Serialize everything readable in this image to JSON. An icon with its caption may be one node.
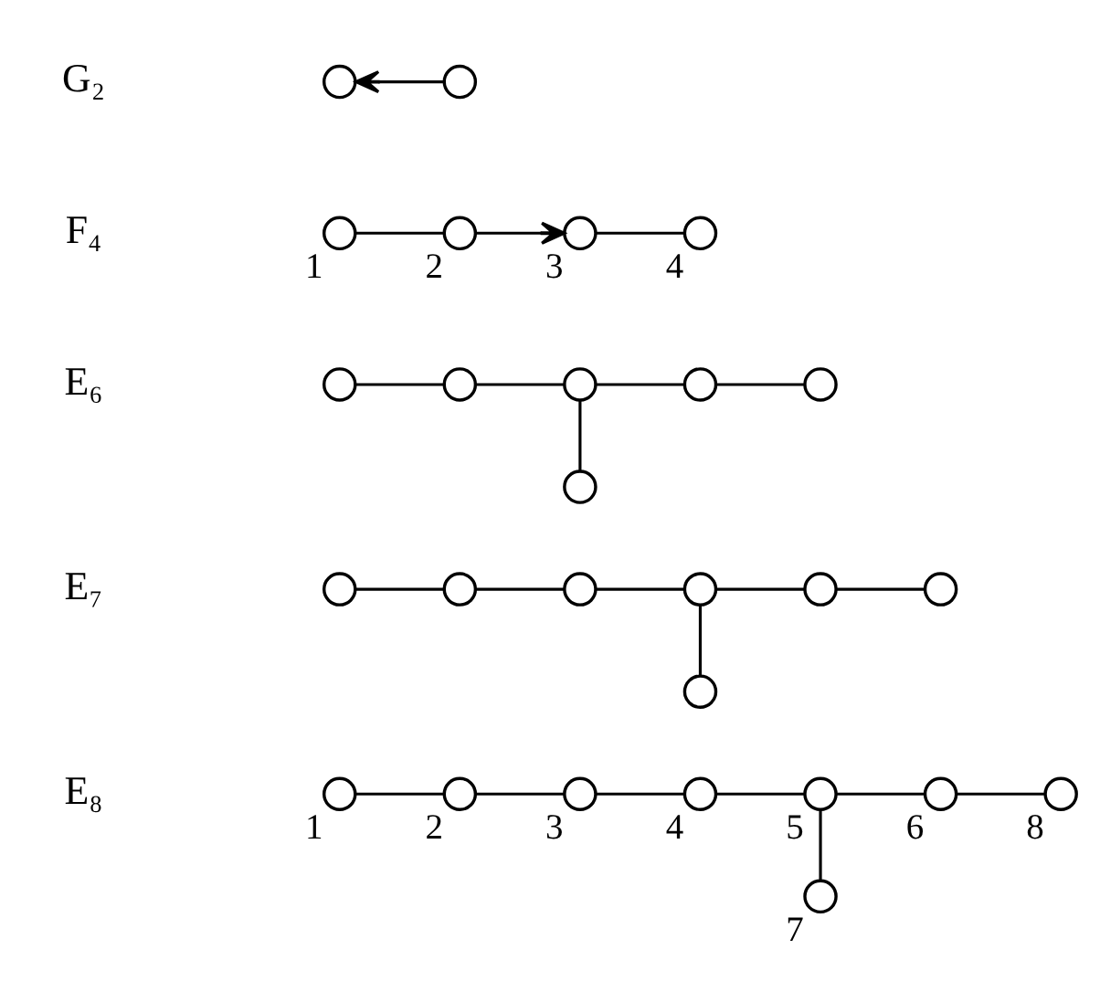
{
  "diagram": {
    "nodes": [
      {
        "text": [],
        "shape": "circle"
      },
      {
        "text": [],
        "shape": "circle"
      },
      {
        "text": [],
        "shape": "circle",
        "beside": [
          "1"
        ]
      },
      {
        "text": [],
        "shape": "circle",
        "beside": [
          "2"
        ]
      },
      {
        "text": [],
        "shape": "circle",
        "beside": [
          "3"
        ]
      },
      {
        "text": [],
        "shape": "circle",
        "beside": [
          "4"
        ]
      },
      {
        "text": [],
        "shape": "circle"
      },
      {
        "text": [],
        "shape": "circle"
      },
      {
        "text": [],
        "shape": "circle"
      },
      {
        "text": [],
        "shape": "circle"
      },
      {
        "text": [],
        "shape": "circle"
      },
      {
        "text": [],
        "shape": "circle"
      },
      {
        "text": [],
        "shape": "circle"
      },
      {
        "text": [],
        "shape": "circle"
      },
      {
        "text": [],
        "shape": "circle"
      },
      {
        "text": [],
        "shape": "circle"
      },
      {
        "text": [],
        "shape": "circle"
      },
      {
        "text": [],
        "shape": "circle"
      },
      {
        "text": [],
        "shape": "circle"
      },
      {
        "text": [],
        "shape": "circle",
        "beside": [
          "1"
        ]
      },
      {
        "text": [],
        "shape": "circle",
        "beside": [
          "2"
        ]
      },
      {
        "text": [],
        "shape": "circle",
        "beside": [
          "3"
        ]
      },
      {
        "text": [],
        "shape": "circle",
        "beside": [
          "4"
        ]
      },
      {
        "text": [],
        "shape": "circle",
        "beside": [
          "5"
        ]
      },
      {
        "text": [],
        "shape": "circle",
        "beside": [
          "6"
        ]
      },
      {
        "text": [],
        "shape": "circle",
        "beside": [
          "7"
        ]
      },
      {
        "text": [],
        "shape": "circle",
        "beside": [
          "8"
        ]
      }
    ],
    "edges": [
      {
        "from": 1,
        "to": 0,
        "arrow": "to"
      },
      {
        "from": 2,
        "to": 3,
        "arrow": "none"
      },
      {
        "from": 3,
        "to": 4,
        "arrow": "to"
      },
      {
        "from": 4,
        "to": 5,
        "arrow": "none"
      },
      {
        "from": 6,
        "to": 7,
        "arrow": "none"
      },
      {
        "from": 7,
        "to": 8,
        "arrow": "none"
      },
      {
        "from": 8,
        "to": 9,
        "arrow": "none"
      },
      {
        "from": 9,
        "to": 10,
        "arrow": "none"
      },
      {
        "from": 8,
        "to": 11,
        "arrow": "none"
      },
      {
        "from": 12,
        "to": 13,
        "arrow": "none"
      },
      {
        "from": 13,
        "to": 14,
        "arrow": "none"
      },
      {
        "from": 14,
        "to": 15,
        "arrow": "none"
      },
      {
        "from": 15,
        "to": 16,
        "arrow": "none"
      },
      {
        "from": 16,
        "to": 17,
        "arrow": "none"
      },
      {
        "from": 15,
        "to": 18,
        "arrow": "none"
      },
      {
        "from": 19,
        "to": 20,
        "arrow": "none"
      },
      {
        "from": 20,
        "to": 21,
        "arrow": "none"
      },
      {
        "from": 21,
        "to": 22,
        "arrow": "none"
      },
      {
        "from": 22,
        "to": 23,
        "arrow": "none"
      },
      {
        "from": 23,
        "to": 24,
        "arrow": "none"
      },
      {
        "from": 24,
        "to": 26,
        "arrow": "none"
      },
      {
        "from": 23,
        "to": 25,
        "arrow": "none"
      }
    ],
    "labels": [
      "G₂",
      "F₄",
      "E₆",
      "E₇",
      "E₈"
    ]
  }
}
